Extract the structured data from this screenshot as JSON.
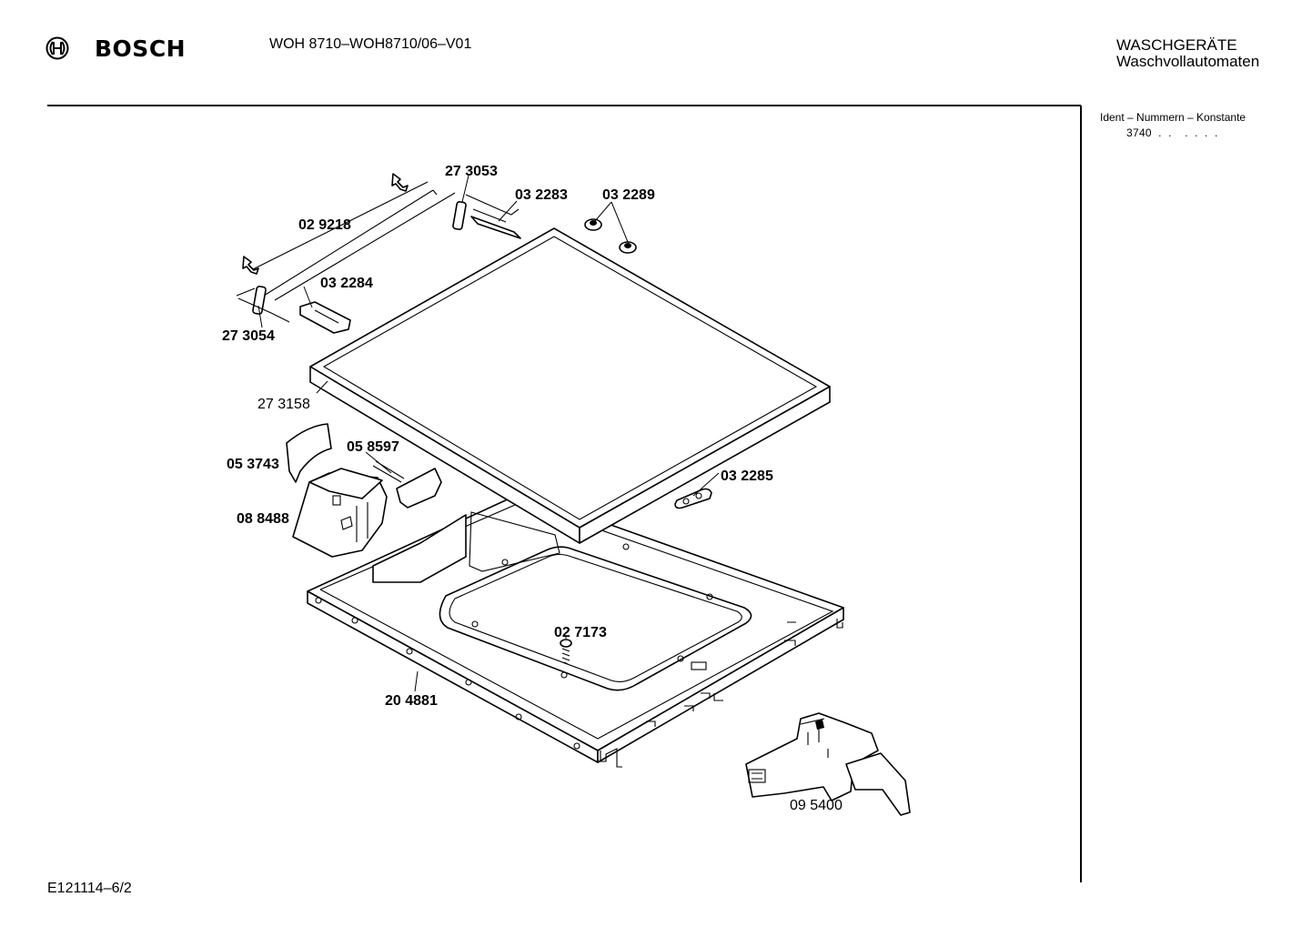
{
  "header": {
    "brand": "BOSCH",
    "model": "WOH 8710–WOH8710/06–V01",
    "category": "WASCHGERÄTE",
    "subcategory": "Waschvollautomaten"
  },
  "ident": {
    "title": "Ident – Nummern – Konstante",
    "value": "3740  .  .    .  .  .  ."
  },
  "footer": {
    "code": "E121114–6/2"
  },
  "parts": [
    {
      "number": "27 3053",
      "bold": true
    },
    {
      "number": "03 2283",
      "bold": true
    },
    {
      "number": "03 2289",
      "bold": true
    },
    {
      "number": "02 9218",
      "bold": true
    },
    {
      "number": "03 2284",
      "bold": true
    },
    {
      "number": "27 3054",
      "bold": true
    },
    {
      "number": "27 3158",
      "bold": false
    },
    {
      "number": "05 8597",
      "bold": true
    },
    {
      "number": "05 3743",
      "bold": true
    },
    {
      "number": "08 8488",
      "bold": true
    },
    {
      "number": "03 2285",
      "bold": true
    },
    {
      "number": "02 7173",
      "bold": true
    },
    {
      "number": "20 4881",
      "bold": true
    },
    {
      "number": "09 5400",
      "bold": false
    }
  ]
}
